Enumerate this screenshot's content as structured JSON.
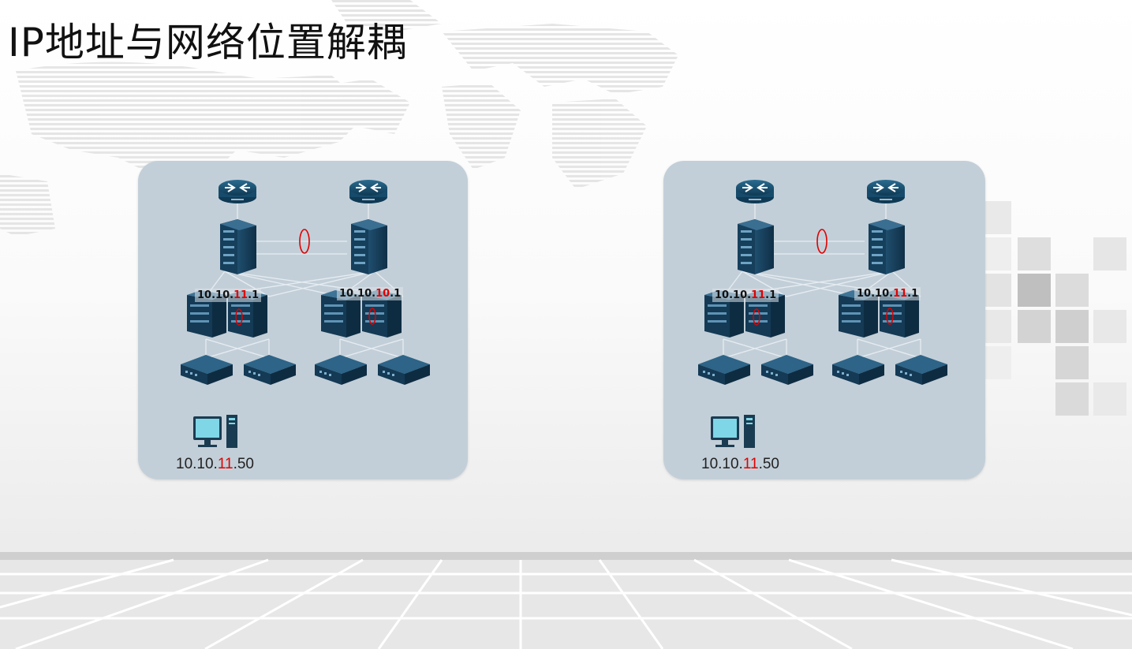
{
  "title": "IP地址与网络位置解耦",
  "accent_color": "#e00000",
  "panels": [
    {
      "name": "left",
      "router_labels": [
        "ROUTER",
        "ROUTER"
      ],
      "leaf_gateways": [
        {
          "prefix": "10.10.",
          "highlight": "11",
          "suffix": ".1"
        },
        {
          "prefix": "10.10.",
          "highlight": "10",
          "suffix": ".1"
        }
      ],
      "host_ip": {
        "prefix": "10.10.",
        "highlight": "11",
        "suffix": ".50"
      }
    },
    {
      "name": "right",
      "router_labels": [
        "ROUTER",
        "ROUTER"
      ],
      "leaf_gateways": [
        {
          "prefix": "10.10.",
          "highlight": "11",
          "suffix": ".1"
        },
        {
          "prefix": "10.10.",
          "highlight": "11",
          "suffix": ".1"
        }
      ],
      "host_ip": {
        "prefix": "10.10.",
        "highlight": "11",
        "suffix": ".50"
      }
    }
  ]
}
